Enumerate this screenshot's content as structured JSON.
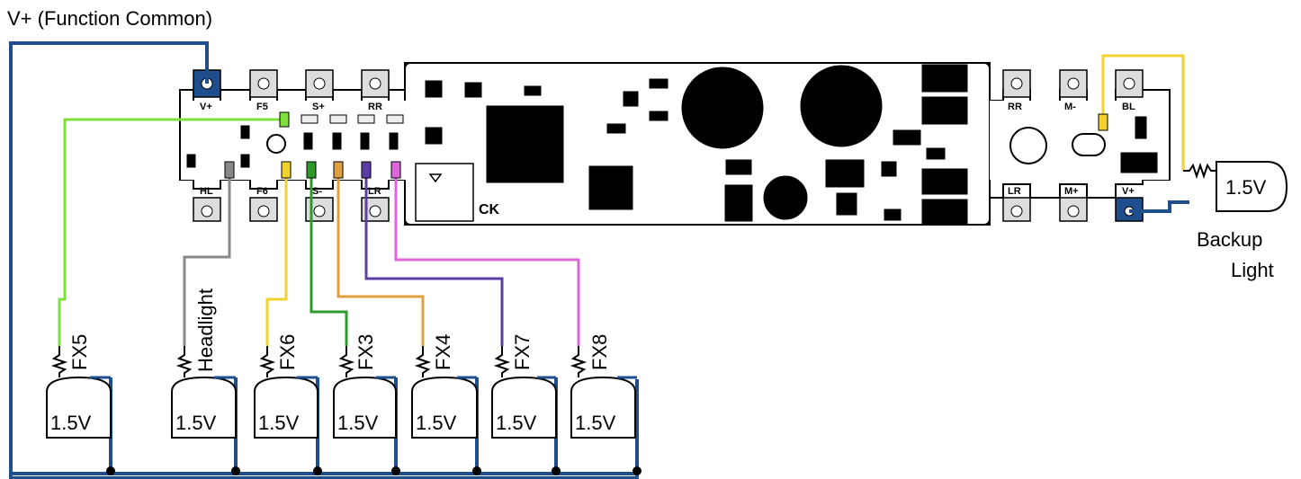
{
  "diagram": {
    "title": "V+ (Function Common)",
    "top_pads": [
      "V+",
      "F5",
      "S+",
      "RR"
    ],
    "bottom_pads": [
      "HL",
      "F6",
      "S-",
      "LR"
    ],
    "right_top_pads": [
      "RR",
      "M-",
      "BL"
    ],
    "right_bottom_pads": [
      "LR",
      "M+",
      "V+"
    ],
    "ck_label": "CK",
    "lamp_rating": "1.5V",
    "backup_light": {
      "line1": "Backup",
      "line2": "Light",
      "rating": "1.5V"
    },
    "lamps": [
      {
        "label": "FX5"
      },
      {
        "label": "Headlight"
      },
      {
        "label": "FX6"
      },
      {
        "label": "FX3"
      },
      {
        "label": "FX4"
      },
      {
        "label": "FX7"
      },
      {
        "label": "FX8"
      }
    ],
    "colors": {
      "common": "#1f4e8c",
      "fx5": "#7ee03c",
      "headlight": "#888888",
      "fx6": "#f2d22e",
      "fx3": "#2e9a2e",
      "fx4": "#e0a040",
      "fx7": "#5b3fa6",
      "fx8": "#dd66dd",
      "backup": "#f2d22e"
    }
  }
}
